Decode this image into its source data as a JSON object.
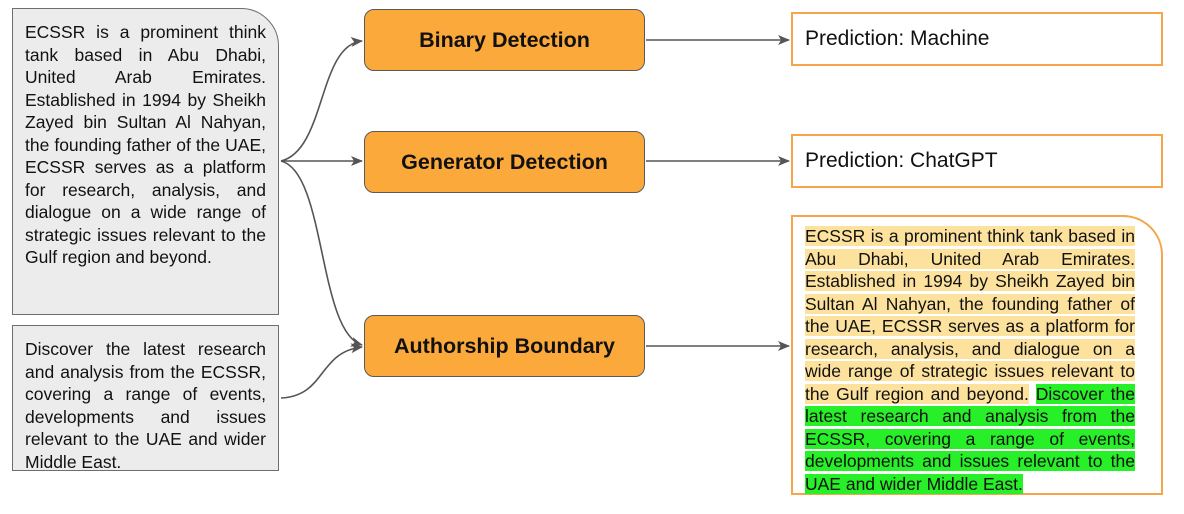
{
  "inputs": {
    "human_text": "ECSSR is a prominent think tank based in Abu Dhabi, United Arab Emirates. Established in 1994 by Sheikh Zayed bin Sultan Al Nahyan, the founding father of the UAE, ECSSR serves as a platform for research, analysis, and dialogue on a wide range of strategic issues relevant to the Gulf region and beyond.",
    "machine_text": "Discover the latest research and analysis from the ECSSR, covering a range of events, developments and issues relevant to the UAE and wider Middle East."
  },
  "tasks": {
    "binary": "Binary Detection",
    "generator": "Generator Detection",
    "boundary": "Authorship Boundary"
  },
  "outputs": {
    "binary_prediction": "Prediction: Machine",
    "generator_prediction": "Prediction: ChatGPT",
    "boundary_human_segment": "ECSSR is a prominent think tank based in Abu Dhabi, United Arab Emirates. Established in 1994 by Sheikh Zayed bin Sultan Al Nahyan, the founding father of the UAE, ECSSR serves as a platform for research, analysis, and dialogue on a wide range of strategic issues relevant to the Gulf region and beyond.",
    "boundary_machine_segment": "Discover the latest research and analysis from the ECSSR, covering a range of events, developments and issues relevant to the UAE and wider Middle East."
  },
  "colors": {
    "task_fill": "#fba93b",
    "output_border": "#f5a64a",
    "human_highlight": "#fde29e",
    "machine_highlight": "#28f028",
    "input_fill": "#ececec"
  }
}
